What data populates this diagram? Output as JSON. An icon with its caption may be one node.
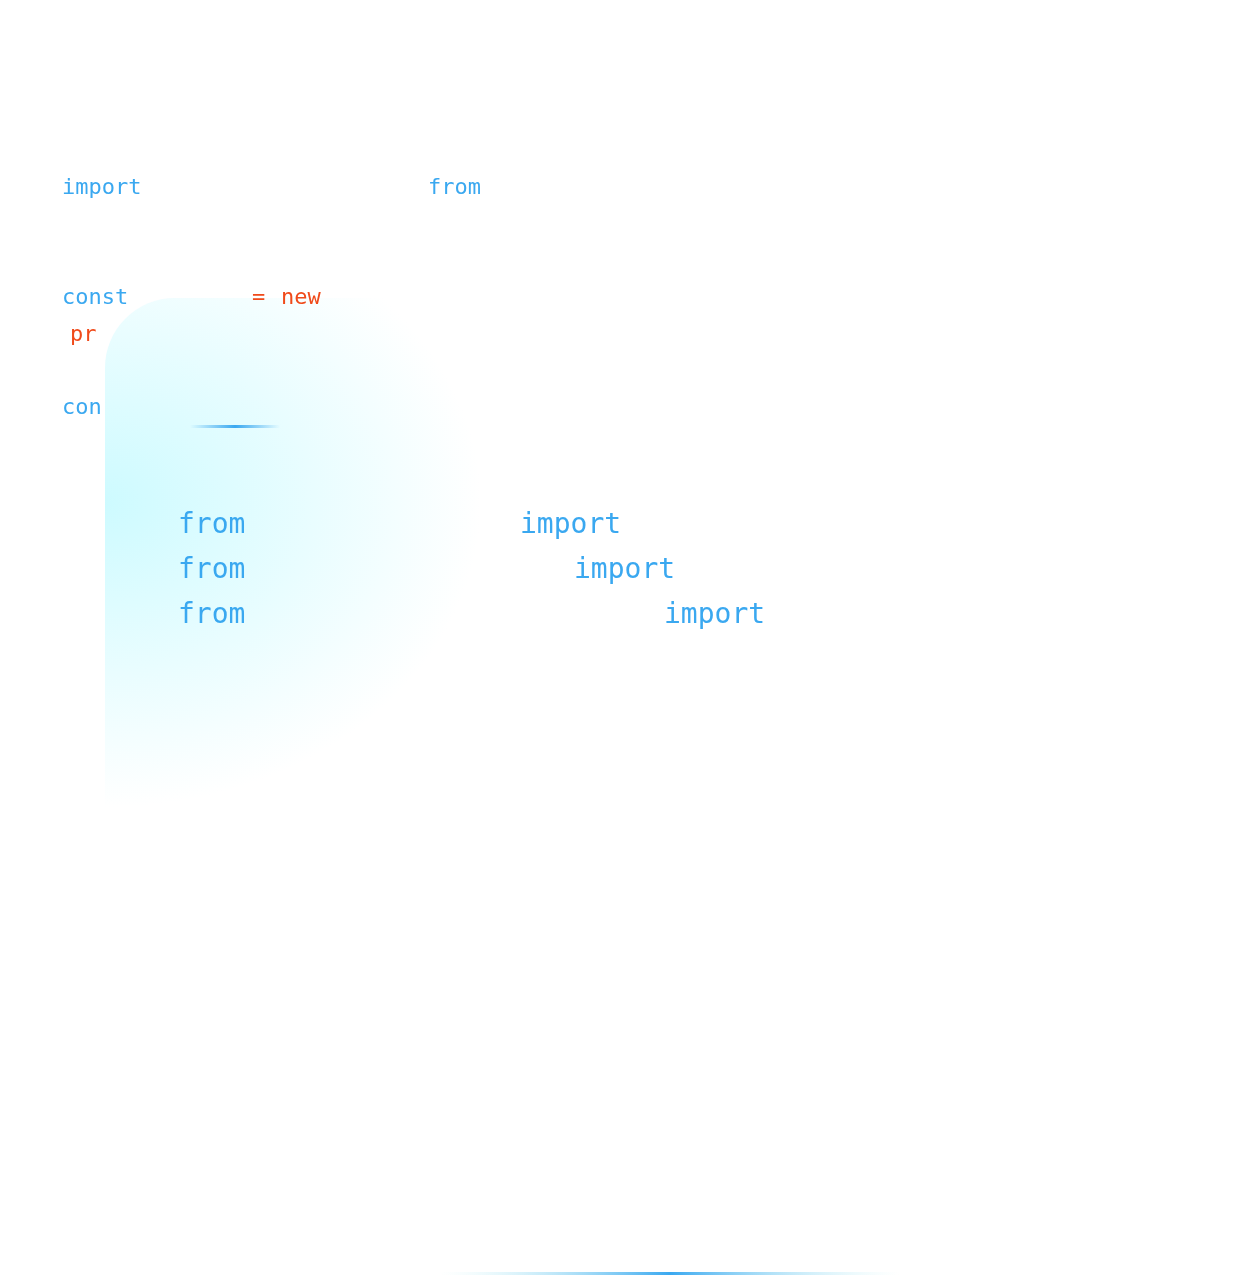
{
  "diagram": {
    "labels": [
      "import",
      "from",
      "const",
      "=",
      "new",
      "pr",
      "con",
      "from",
      "import",
      "from",
      "import",
      "from",
      "import"
    ]
  }
}
